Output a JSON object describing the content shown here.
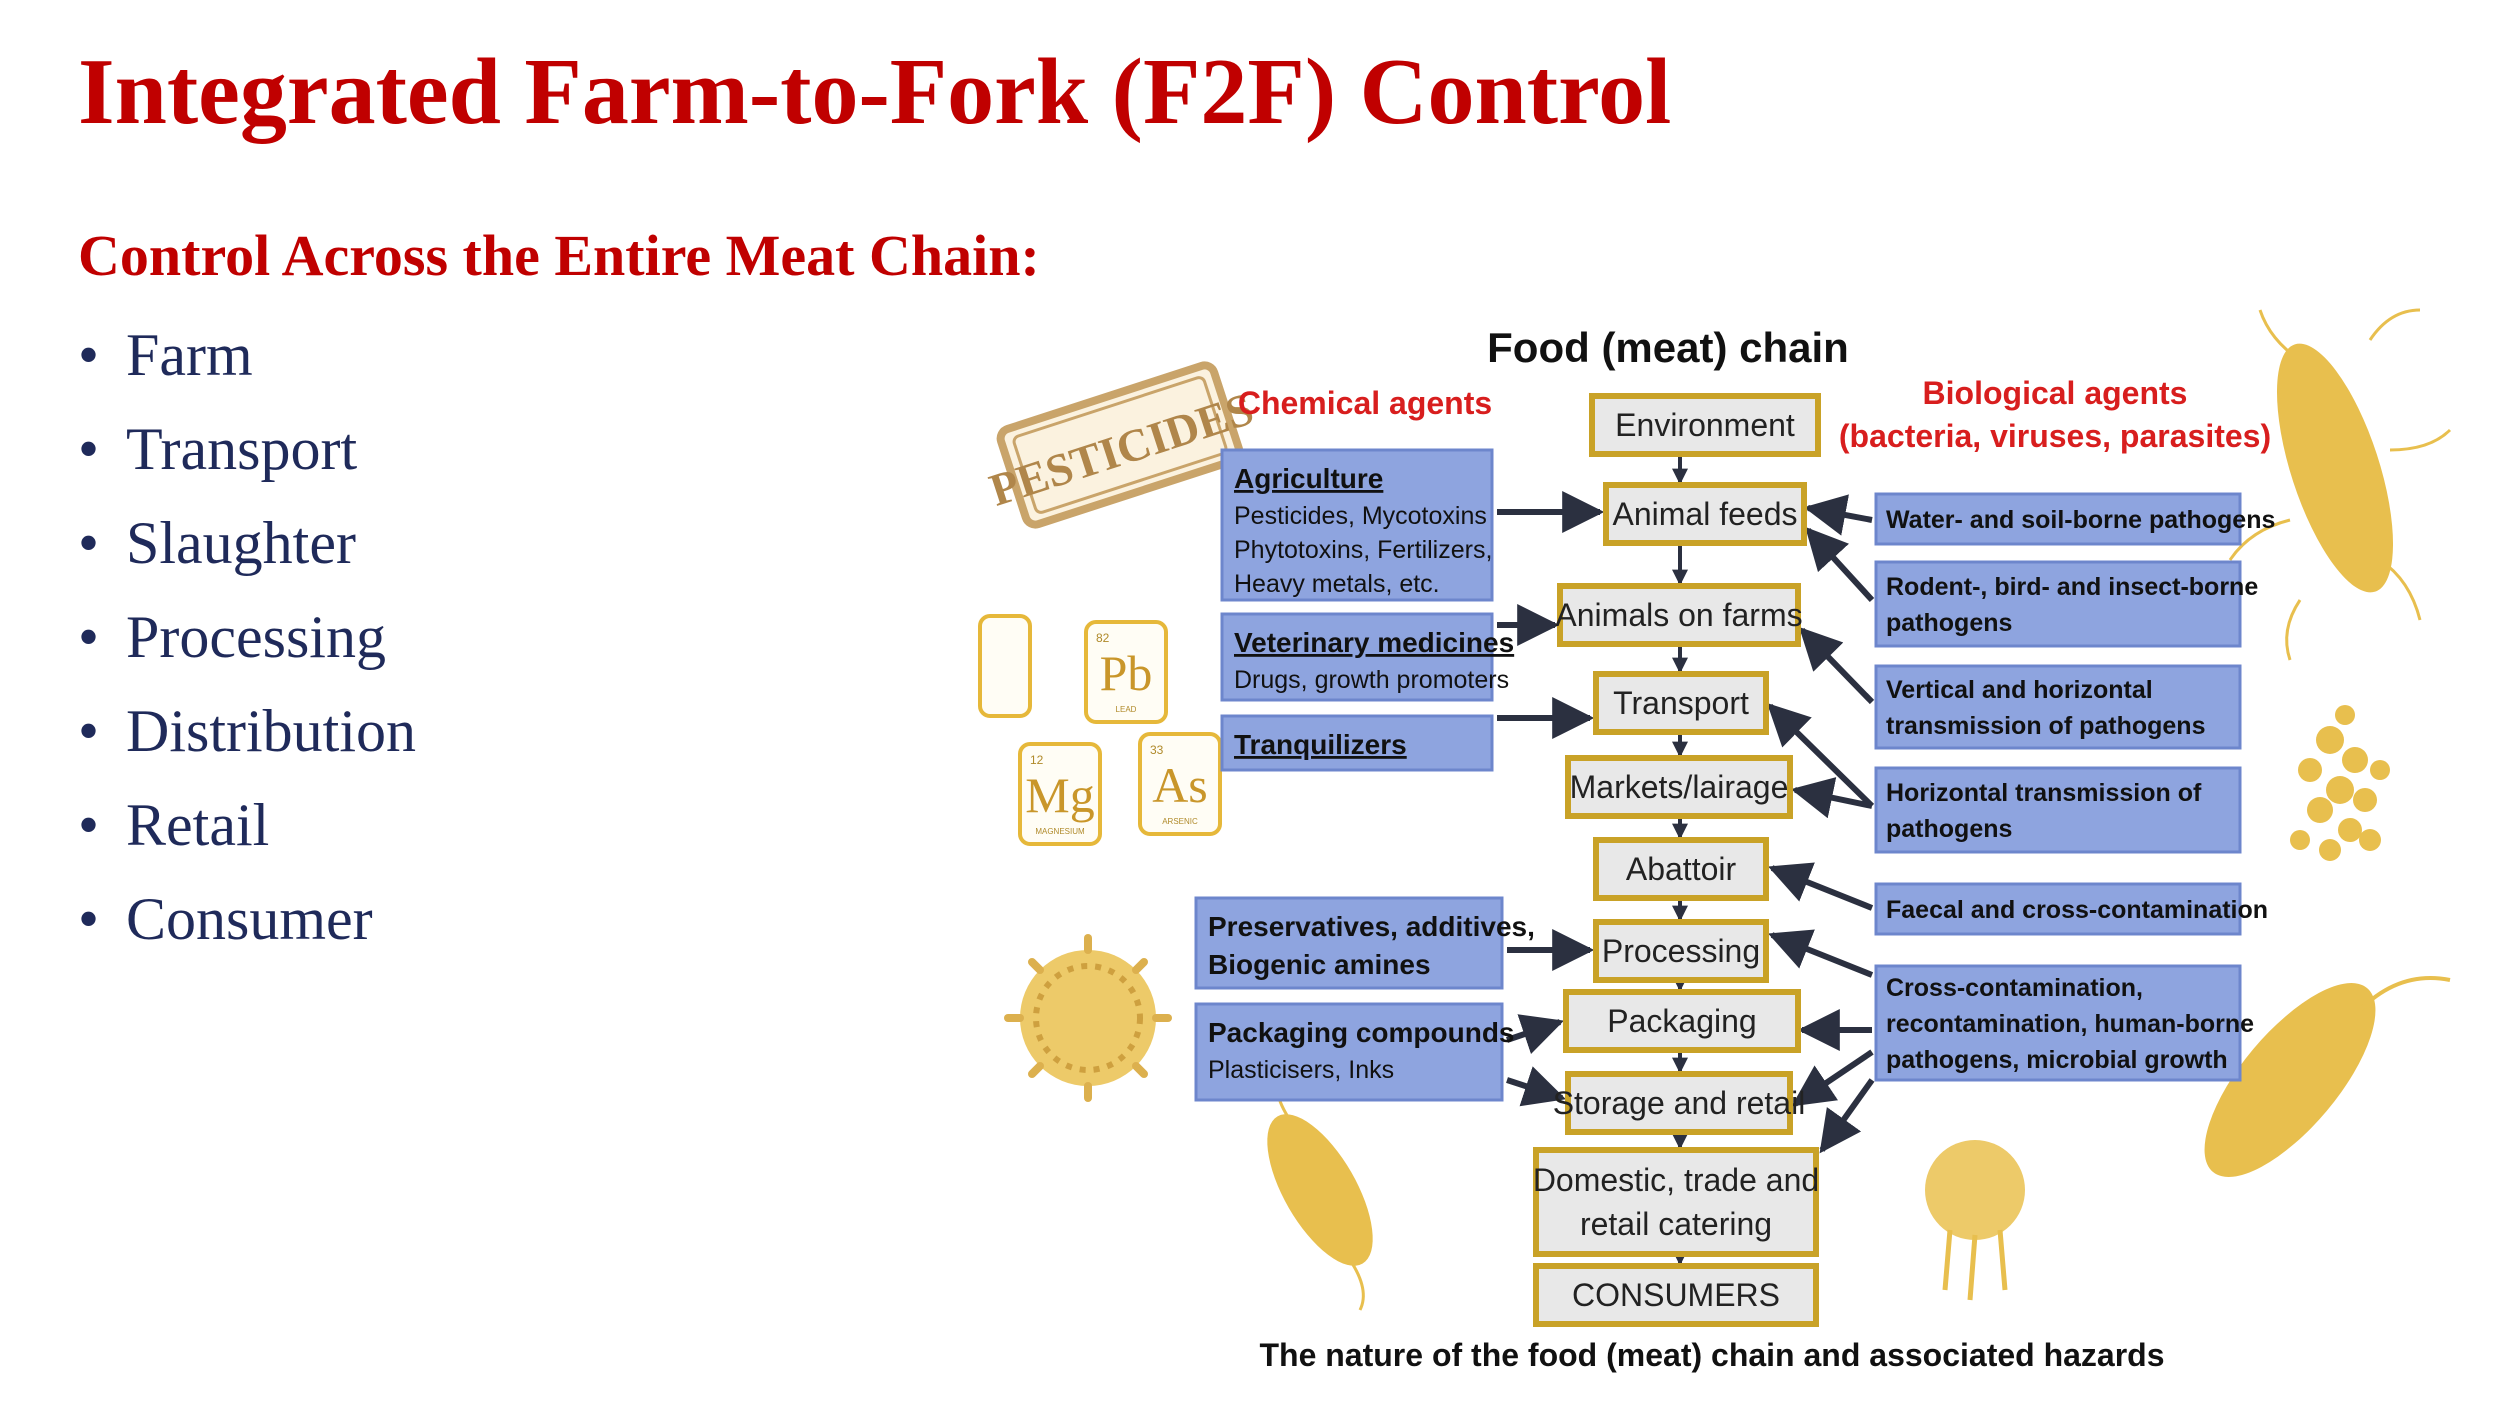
{
  "slide": {
    "title": "Integrated Farm-to-Fork (F2F) Control",
    "subtitle": "Control Across the Entire Meat Chain:",
    "bullets": [
      "Farm",
      "Transport",
      "Slaughter",
      "Processing",
      "Distribution",
      "Retail",
      "Consumer"
    ]
  },
  "diagram": {
    "title": "Food (meat) chain",
    "caption": "The nature of the food (meat) chain and associated hazards",
    "chemical_heading": "Chemical agents",
    "biological_heading": [
      "Biological agents",
      "(bacteria, viruses, parasites)"
    ],
    "stamp": "PESTICIDES",
    "elements": [
      {
        "sym": "Pb",
        "num": "82",
        "name": "LEAD"
      },
      {
        "sym": "Mg",
        "num": "12",
        "name": "MAGNESIUM"
      },
      {
        "sym": "As",
        "num": "33",
        "name": "ARSENIC"
      }
    ],
    "chain": [
      {
        "label": "Environment"
      },
      {
        "label": "Animal feeds"
      },
      {
        "label": "Animals on farms"
      },
      {
        "label": "Transport"
      },
      {
        "label": "Markets/lairage"
      },
      {
        "label": "Abattoir"
      },
      {
        "label": "Processing"
      },
      {
        "label": "Packaging"
      },
      {
        "label": "Storage and retail"
      },
      {
        "label": "Domestic, trade and\nretail catering"
      },
      {
        "label": "CONSUMERS"
      }
    ],
    "chemical": [
      {
        "heading": "Agriculture",
        "underline": true,
        "text": "Pesticides, Mycotoxins\nPhytotoxins, Fertilizers,\nHeavy metals, etc."
      },
      {
        "heading": "Veterinary medicines",
        "underline": true,
        "text": "Drugs, growth promoters"
      },
      {
        "heading": "Tranquilizers",
        "underline": true,
        "text": ""
      },
      {
        "heading": "Preservatives, additives,\nBiogenic amines",
        "underline": false,
        "text": ""
      },
      {
        "heading": "Packaging compounds",
        "underline": false,
        "text": "Plasticisers, Inks"
      }
    ],
    "biological": [
      {
        "text": "Water- and soil-borne pathogens"
      },
      {
        "text": "Rodent-, bird- and insect-borne\npathogens"
      },
      {
        "text": "Vertical and horizontal\ntransmission of pathogens"
      },
      {
        "text": "Horizontal transmission of\npathogens"
      },
      {
        "text": "Faecal and cross-contamination"
      },
      {
        "text": "Cross-contamination,\nrecontamination, human-borne\npathogens, microbial growth"
      }
    ],
    "colors": {
      "chain_fill": "#e8e8e8",
      "chain_border": "#c9a227",
      "box_fill": "#8ea4df",
      "box_border": "#6d86cc",
      "chem_heading": "#d81e1e",
      "arrow": "#2b3040",
      "gold": "#e6b83a"
    }
  }
}
